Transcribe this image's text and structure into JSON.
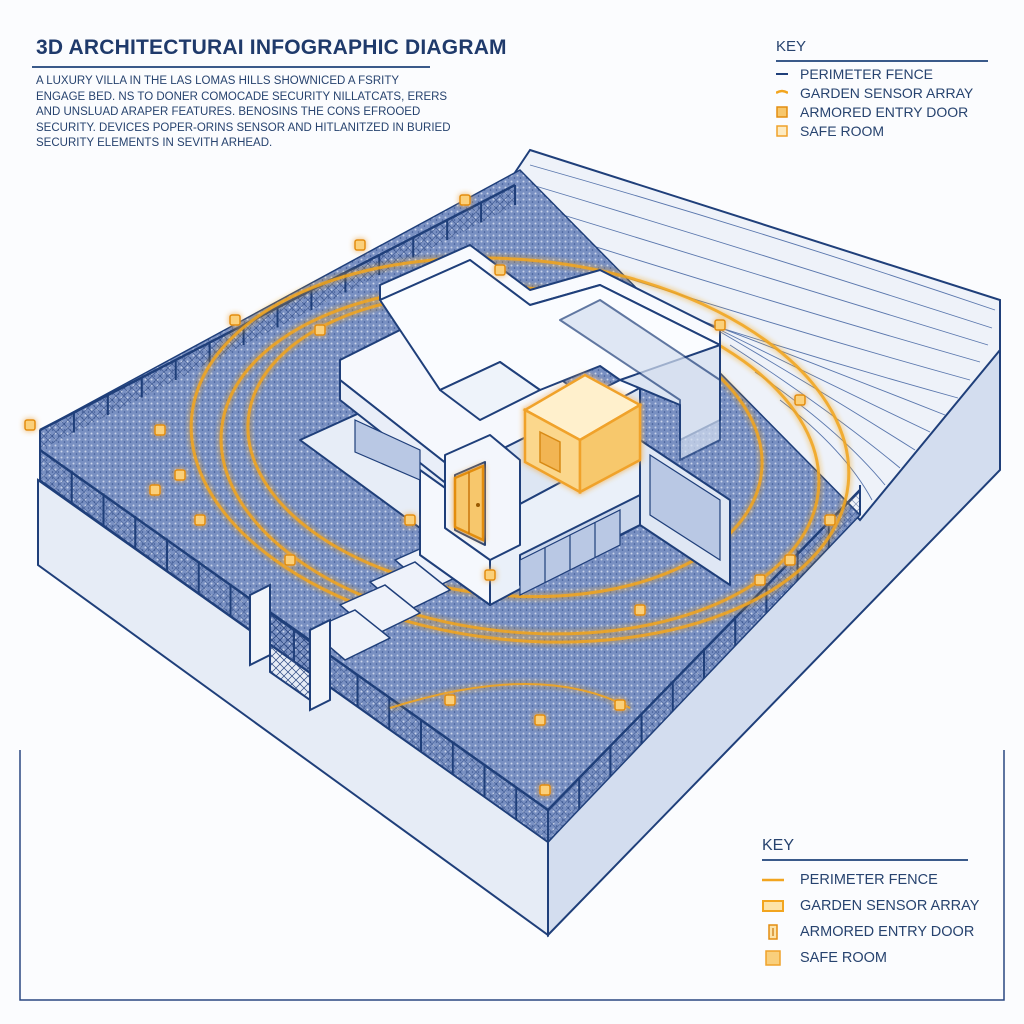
{
  "header": {
    "title": "3D ARCHITECTURAI INFOGRAPHIC DIAGRAM",
    "description_lines": [
      "A LUXURY VILLA IN THE LAS LOMAS HILLS SHOWNICED A FSRITY",
      "ENGAGE BED. NS TO DONER COMOCADE SECURITY NILLATCATS, ERERS",
      "AND UNSLUAD ARAPER FEATURES. BENOSINS THE CONS EFROOED",
      "SECURITY. DEVICES POPER-ORINS SENSOR AND HITLANITZED IN BURIED",
      "SECURITY ELEMENTS IN SEVITH ARHEAD."
    ]
  },
  "key_top": {
    "title": "KEY",
    "items": [
      {
        "label": "PERIMETER FENCE",
        "icon": "fence-line-icon"
      },
      {
        "label": "GARDEN SENSOR ARRAY",
        "icon": "sensor-array-icon"
      },
      {
        "label": "ARMORED ENTRY DOOR",
        "icon": "armored-door-icon"
      },
      {
        "label": "SAFE ROOM",
        "icon": "safe-room-icon"
      }
    ]
  },
  "key_bottom": {
    "title": "KEY",
    "items": [
      {
        "label": "PERIMETER FENCE",
        "icon": "fence-line-icon"
      },
      {
        "label": "GARDEN SENSOR ARRAY",
        "icon": "sensor-array-icon"
      },
      {
        "label": "ARMORED ENTRY DOOR",
        "icon": "armored-door-icon"
      },
      {
        "label": "SAFE ROOM",
        "icon": "safe-room-icon"
      }
    ]
  },
  "colors": {
    "linework": "#1f3f7a",
    "ground": "#6f89bd",
    "building": "#f4f7fc",
    "sensor_glow": "#f2a51f",
    "background": "#fbfcfe"
  }
}
